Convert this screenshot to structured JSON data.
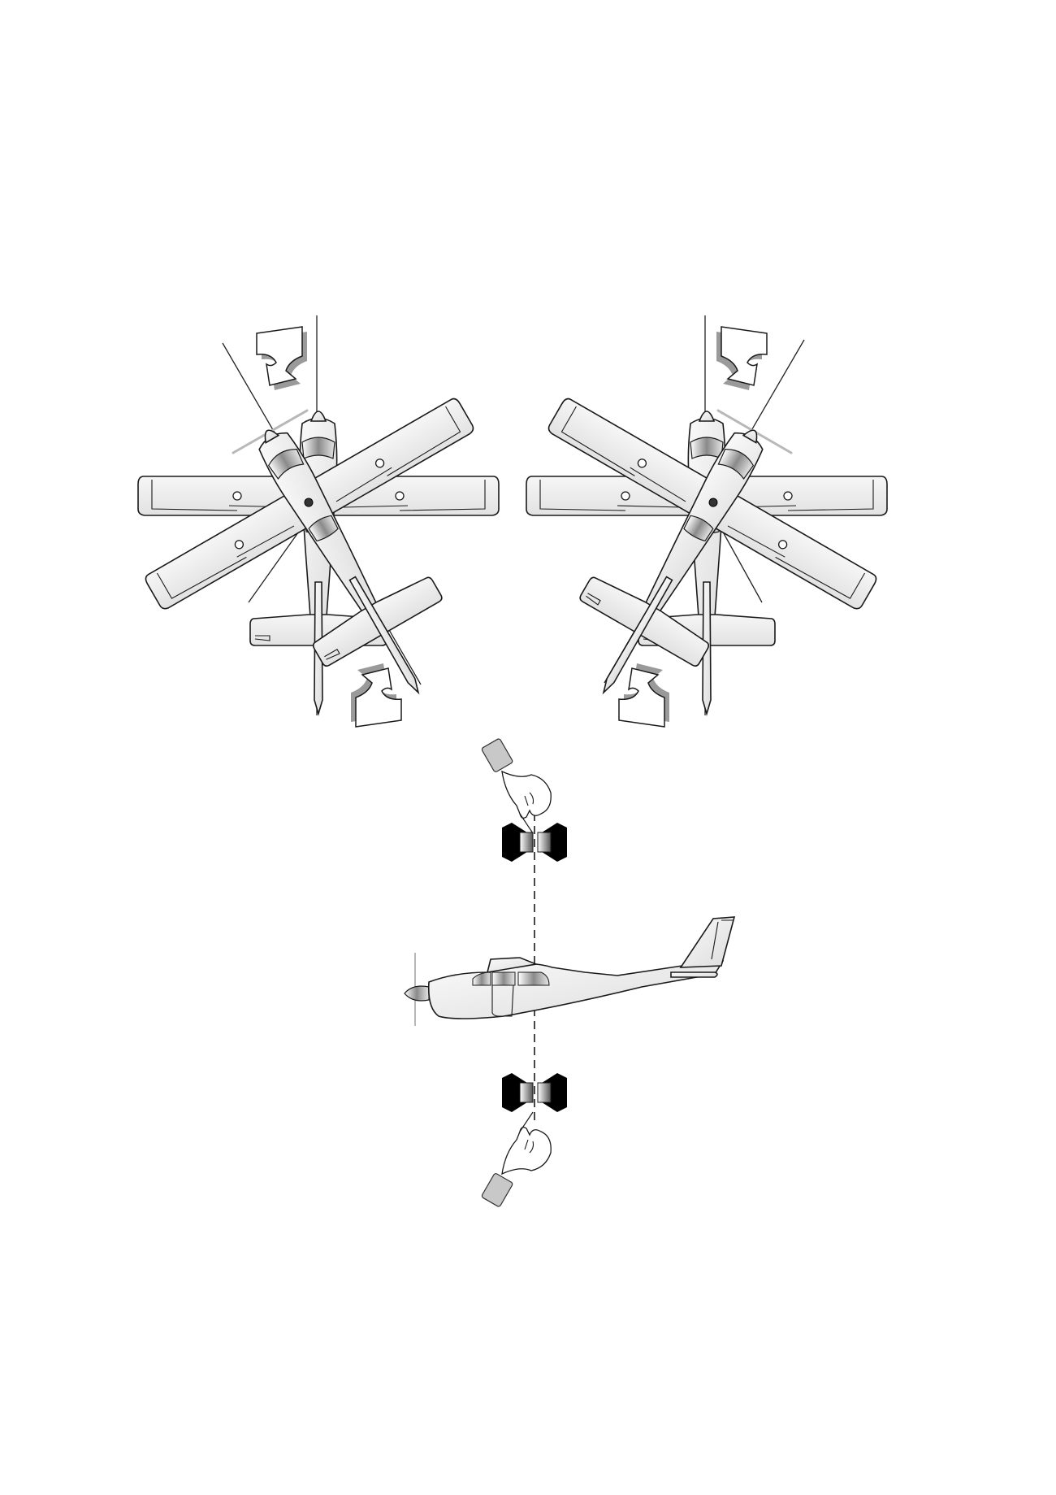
{
  "figure": {
    "panels": [
      {
        "name": "top-view-left-turn"
      },
      {
        "name": "top-view-right-turn"
      },
      {
        "name": "side-view-sighting"
      }
    ],
    "colors": {
      "outline": "#1a1a1a",
      "fill_light": "#f2f2f2",
      "fill_mid": "#d8d8d8",
      "arrow_shadow": "#9a9a9a",
      "clamp": "#000000"
    },
    "icons": [
      "yaw-arrow-icon",
      "hand-icon",
      "clamp-icon",
      "aircraft-icon"
    ]
  }
}
